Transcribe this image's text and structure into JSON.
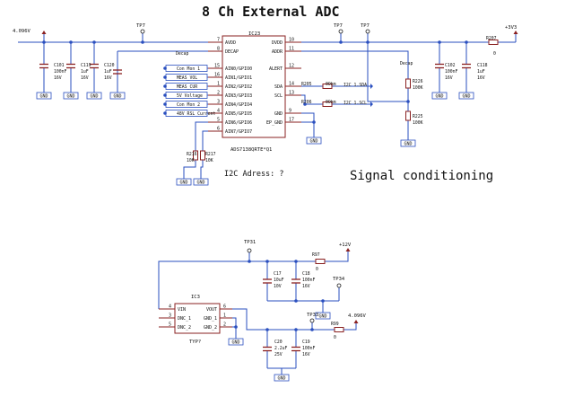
{
  "titles": {
    "adc": "8 Ch External ADC",
    "signal": "Signal conditioning",
    "i2c_address": "I2C Adress: ?"
  },
  "adc_ic": {
    "ref": "IC23",
    "part": "ADS7138QRTE*Q1",
    "left_pins": [
      {
        "name": "AVDD",
        "num": "7"
      },
      {
        "name": "DECAP",
        "num": "8"
      },
      {
        "name": "AIN0/GPIO0",
        "num": "15"
      },
      {
        "name": "AIN1/GPIO1",
        "num": "16"
      },
      {
        "name": "AIN2/GPIO2",
        "num": "1"
      },
      {
        "name": "AIN3/GPIO3",
        "num": "2"
      },
      {
        "name": "AIN4/GPIO4",
        "num": "3"
      },
      {
        "name": "AIN5/GPIO5",
        "num": "4"
      },
      {
        "name": "AIN6/GPIO6",
        "num": "5"
      },
      {
        "name": "AIN7/GPIO7",
        "num": "6"
      }
    ],
    "right_pins": [
      {
        "name": "DVDD",
        "num": "10"
      },
      {
        "name": "ADDR",
        "num": "11"
      },
      {
        "name": "ALERT",
        "num": "12"
      },
      {
        "name": "SDA",
        "num": "14"
      },
      {
        "name": "SCL",
        "num": "13"
      },
      {
        "name": "GND",
        "num": "9"
      },
      {
        "name": "EP_GND",
        "num": "17"
      }
    ]
  },
  "ain_nets": [
    "Con Mon 1",
    "MEAS_VOL",
    "MEAS_CUR",
    "5V Voltage",
    "Con Mon 2",
    "48V RSL Current"
  ],
  "nets": {
    "v4096": "4.096V",
    "v3v3": "+3V3",
    "v12": "+12V",
    "decap": "Decap",
    "decap_r": "Decap",
    "sda": "I2C 1.SDA",
    "scl": "I2C 1.SCL"
  },
  "testpoints": {
    "tp7_a": "TP7",
    "tp7_b": "TP7",
    "tp7_c": "TP7",
    "tp31": "TP31",
    "tp33": "TP33",
    "tp34": "TP34"
  },
  "caps": {
    "c101": {
      "ref": "C101",
      "val": "100nF",
      "v": "16V"
    },
    "c119": {
      "ref": "C119",
      "val": "1uF",
      "v": "16V"
    },
    "c120": {
      "ref": "C120",
      "val": "1uF",
      "v": "16V"
    },
    "c102": {
      "ref": "C102",
      "val": "100nF",
      "v": "16V"
    },
    "c118": {
      "ref": "C118",
      "val": "1uF",
      "v": "16V"
    },
    "c17": {
      "ref": "C17",
      "val": "10uF",
      "v": "10V"
    },
    "c18": {
      "ref": "C18",
      "val": "100nF",
      "v": "16V"
    },
    "c20": {
      "ref": "C20",
      "val": "2.2uF",
      "v": "25V"
    },
    "c19": {
      "ref": "C19",
      "val": "100nF",
      "v": "16V"
    }
  },
  "resistors": {
    "r207": {
      "ref": "R207",
      "val": "0"
    },
    "r205": {
      "ref": "R205",
      "val": "0Ohm"
    },
    "r206": {
      "ref": "R206",
      "val": "0Ohm"
    },
    "r226": {
      "ref": "R226",
      "val": "100K"
    },
    "r225": {
      "ref": "R225",
      "val": "100K"
    },
    "r216": {
      "ref": "R216",
      "val": "10K"
    },
    "r217": {
      "ref": "R217",
      "val": "10K"
    },
    "r97": {
      "ref": "R97",
      "val": "0"
    },
    "r99": {
      "ref": "R99",
      "val": "0"
    }
  },
  "ref_ic": {
    "ref": "IC3",
    "part": "TYP?",
    "pins": [
      {
        "name": "VIN",
        "num": "4"
      },
      {
        "name": "DNC_1",
        "num": "3"
      },
      {
        "name": "DNC_2",
        "num": "5"
      },
      {
        "name": "VOUT",
        "num": "6"
      },
      {
        "name": "GND_1",
        "num": "1"
      },
      {
        "name": "GND_2",
        "num": "2"
      }
    ]
  },
  "gnd_label": "GND",
  "colors": {
    "wire": "#2a4fbf",
    "component": "#8a2020",
    "text": "#111111"
  }
}
